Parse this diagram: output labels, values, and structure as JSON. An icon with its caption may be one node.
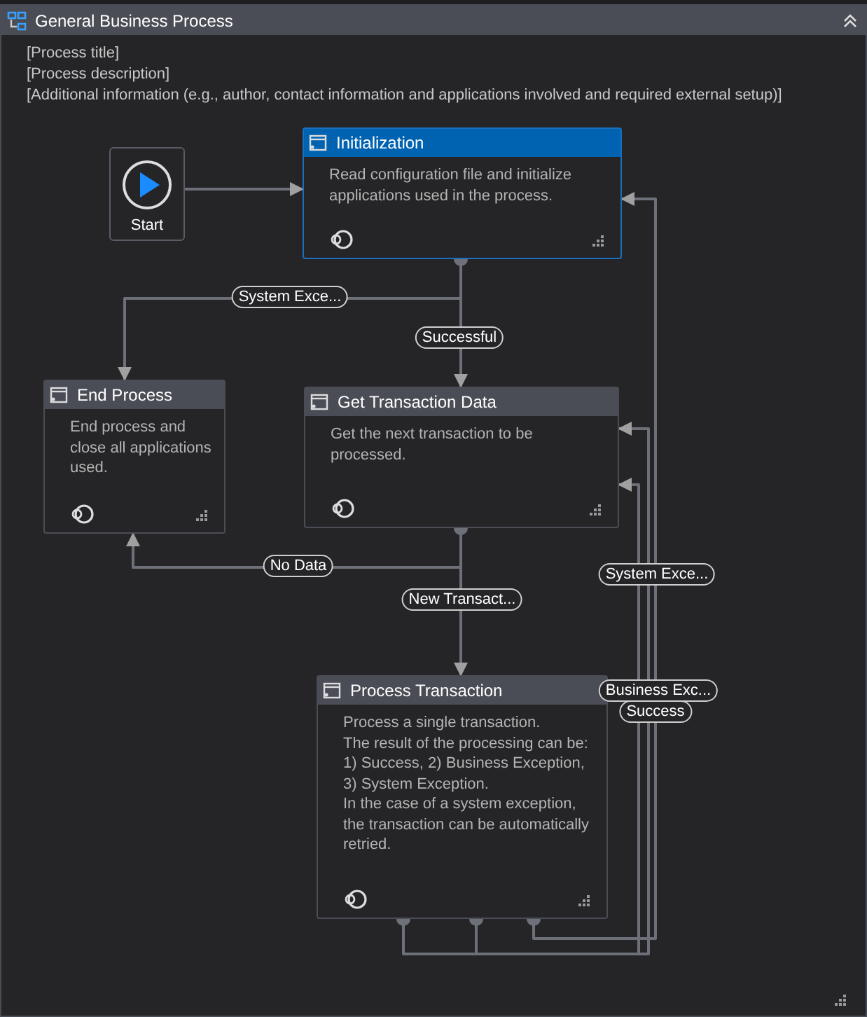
{
  "diagram": {
    "nodes": [
      {
        "text": [
          "General Business Process"
        ]
      },
      {
        "text": [
          "Start"
        ],
        "in": 0
      },
      {
        "text": [
          "Initialization",
          "Read configuration file and initialize applications used in the process."
        ],
        "in": 0
      },
      {
        "text": [
          "End Process",
          "End process and close all applications used."
        ],
        "in": 0
      },
      {
        "text": [
          "Get Transaction Data",
          "Get the next transaction to be processed."
        ],
        "in": 0
      },
      {
        "text": [
          "Process Transaction",
          "Process a single transaction.",
          "The result of the processing can be: 1) Success, 2) Business Exception, 3) System Exception.",
          "In the case of a system exception, the transaction can be automatically retried."
        ],
        "in": 0
      }
    ],
    "edges": [
      {
        "from": 1,
        "to": 2,
        "arrow": "to"
      },
      {
        "from": 2,
        "to": 3,
        "arrow": "to",
        "label": "System Exce..."
      },
      {
        "from": 2,
        "to": 4,
        "arrow": "to",
        "label": "Successful"
      },
      {
        "from": 4,
        "to": 3,
        "arrow": "to",
        "label": "No Data"
      },
      {
        "from": 4,
        "to": 5,
        "arrow": "to",
        "label": "New Transact..."
      },
      {
        "from": 5,
        "to": 2,
        "arrow": "to",
        "label": "System Exce..."
      },
      {
        "from": 5,
        "to": 4,
        "arrow": "to",
        "label": "Business Exc..."
      },
      {
        "from": 5,
        "to": 4,
        "arrow": "to",
        "label": "Success"
      }
    ],
    "labels": [
      "[Process title]",
      "[Process description]",
      "[Additional information (e.g., author, contact information and applications involved and required external setup)]"
    ]
  }
}
